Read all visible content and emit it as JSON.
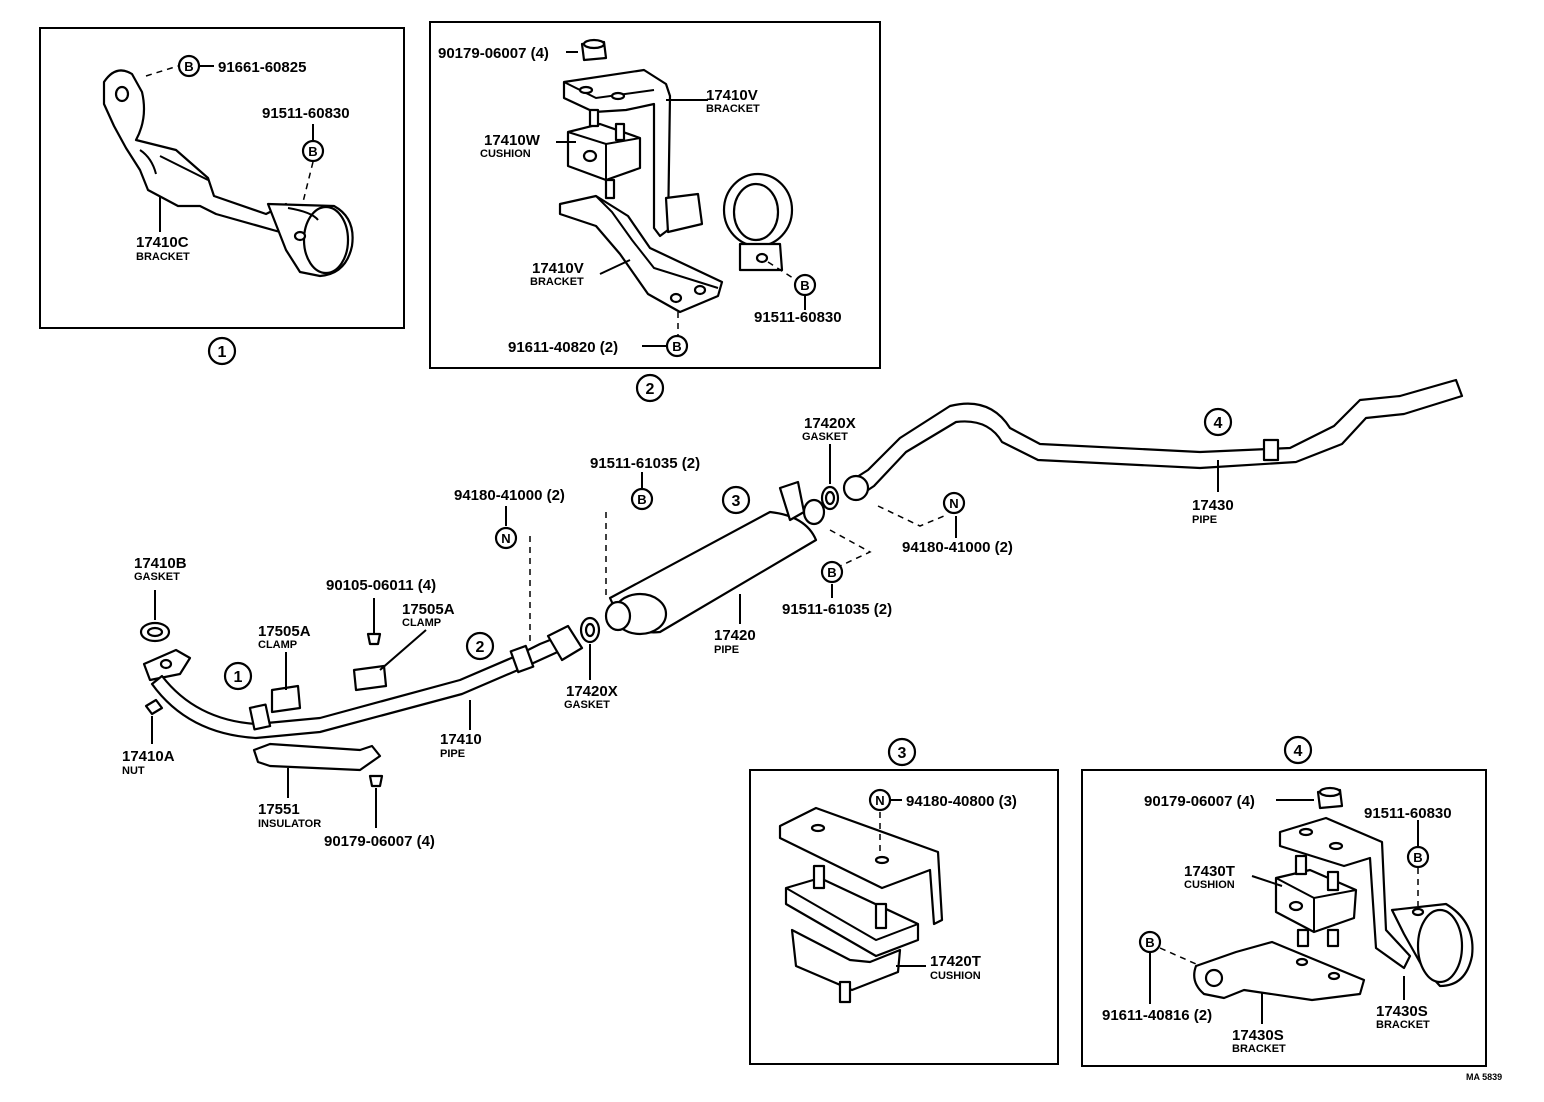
{
  "diagram_code": "MA 5839",
  "callouts": {
    "one": "1",
    "two": "2",
    "three": "3",
    "four": "4"
  },
  "symbols": {
    "bolt": "B",
    "nut": "N"
  },
  "box1": {
    "bolt_top": "91661-60825",
    "bolt_right": "91511-60830",
    "bracket_no": "17410C",
    "bracket_desc": "BRACKET"
  },
  "box2": {
    "nut": "90179-06007 (4)",
    "upper_bracket_no": "17410V",
    "upper_bracket_desc": "BRACKET",
    "cushion_no": "17410W",
    "cushion_desc": "CUSHION",
    "lower_bracket_no": "17410V",
    "lower_bracket_desc": "BRACKET",
    "bolt_right": "91511-60830",
    "bolt_bottom": "91611-40820 (2)"
  },
  "main": {
    "gasket_front_no": "17410B",
    "gasket_front_desc": "GASKET",
    "nut_front_no": "17410A",
    "nut_front_desc": "NUT",
    "clamp_left_no": "17505A",
    "clamp_left_desc": "CLAMP",
    "bolt_clamp": "90105-06011 (4)",
    "clamp_right_no": "17505A",
    "clamp_right_desc": "CLAMP",
    "pipe_front_no": "17410",
    "pipe_front_desc": "PIPE",
    "insulator_no": "17551",
    "insulator_desc": "INSULATOR",
    "insulator_nut": "90179-06007 (4)",
    "nut_mid": "94180-41000 (2)",
    "bolt_mid": "91511-61035 (2)",
    "gasket_mid_no": "17420X",
    "gasket_mid_desc": "GASKET",
    "muffler_no": "17420",
    "muffler_desc": "PIPE",
    "gasket_rear_no": "17420X",
    "gasket_rear_desc": "GASKET",
    "nut_rear": "94180-41000 (2)",
    "bolt_rear": "91511-61035 (2)",
    "tail_pipe_no": "17430",
    "tail_pipe_desc": "PIPE"
  },
  "box3": {
    "nut": "94180-40800 (3)",
    "cushion_no": "17420T",
    "cushion_desc": "CUSHION"
  },
  "box4": {
    "nut": "90179-06007 (4)",
    "bolt_right": "91511-60830",
    "cushion_no": "17430T",
    "cushion_desc": "CUSHION",
    "bolt_left": "91611-40816 (2)",
    "bracket_left_no": "17430S",
    "bracket_left_desc": "BRACKET",
    "bracket_right_no": "17430S",
    "bracket_right_desc": "BRACKET"
  }
}
